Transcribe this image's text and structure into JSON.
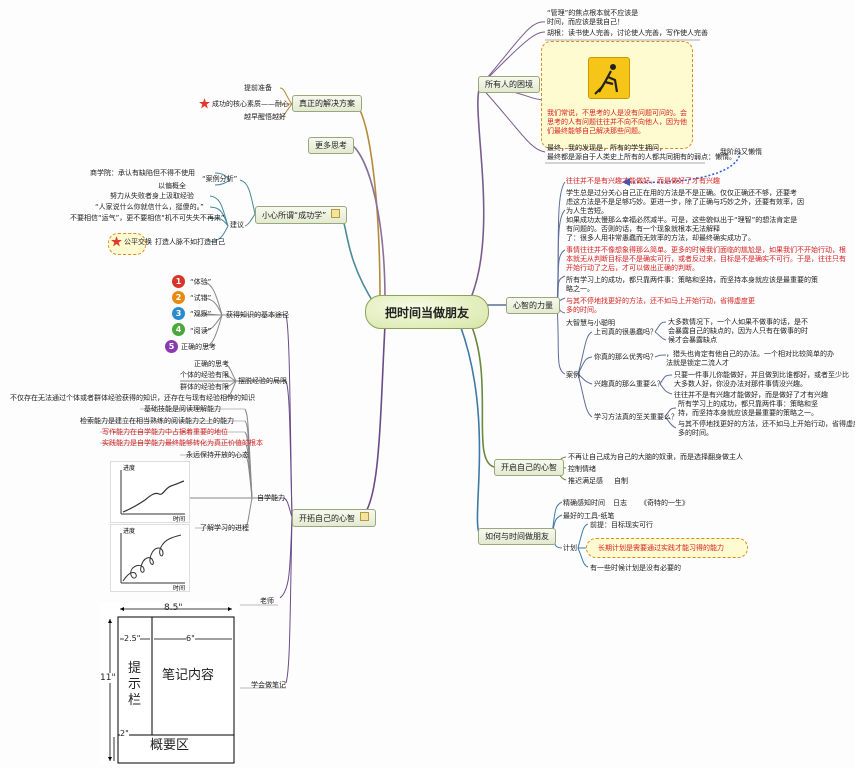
{
  "center_title": "把时间当做朋友",
  "branches": {
    "kunjing": "所有人的困境",
    "jiejue": "真正的解决方案",
    "sikao": "更多思考",
    "xiaoxin": "小心所谓“成功学”",
    "xinzhi": "心智的力量",
    "kaituo": "开拓自己的心智",
    "kaiqi": "开启自己的心智",
    "pengyou": "如何与时间做朋友"
  },
  "kunjing": {
    "t1a": "“管理”的焦点根本就不应该是",
    "t1b": "时间，而应该是我自己！",
    "t2": "胡根：读书使人完善，讨论使人完善，写作使人完善",
    "red_a": "我们常说，不思考的人是没有问题可问的。会",
    "red_b": "思考的人有问题往往并不向不向他人，因为他",
    "red_c": "们最终能够自己解决那些问题。",
    "t3a": "最终，我的发现是，所有的学生拥问，",
    "t3b": "最终都是源自于人类史上所有的人都共同拥有的弱点：懒惰。",
    "t3c": "我阶段又懒惰"
  },
  "jiejue": {
    "t1": "提前准备",
    "t2": "成功的核心素质——耐心",
    "t3": "越早醒悟越好"
  },
  "xiaoxin": {
    "a1": "商学院：承认有缺陷但不得不使用",
    "a2": "“案例分析”",
    "a3": "以偏概全",
    "b0": "建议",
    "b1": "努力从失败者身上汲取经验",
    "b2": "“人家说什么你就信什么，挺傻的。”",
    "b3": "不要相信“运气”，更不要相信“机不可失失不再来”",
    "b4": "公平交换",
    "b5": "打造人脉不如打造自己"
  },
  "xinzhi": {
    "r1": "往往并不是有兴趣才能做好，而是做好了才有兴趣",
    "p1a": "学生总是过分关心自己正在用的方法是不是正确。仅仅正确还不够，还要考",
    "p1b": "虑这方法是不是足够巧妙。更进一步，除了正确与巧妙之外，还要有效率，因",
    "p1c": "为人生苦短。",
    "p1d": "如果成功太慢那么幸福必然减半。可是，这些貌似出于“理智”的想法肯定是",
    "p1e": "有问题的。否则的话，有一个现象就根本无法解释",
    "p1f": "了：很多人用非常愚蠢而无效率的方法，却最终确实成功了。",
    "r2a": "事情往往并不像想象得那么简单。更多的时候我们面临的尴尬是，如果我们不开始行动，根",
    "r2b": "本就无从判断目标是不是确实可行，或者反过来，目标是不是确实不可行。于是，往往只有",
    "r2c": "开始行动了之后，才可以做出正确的判断。",
    "p2a": "所有学习上的成功，都只靠两件事：策略和坚持，而坚持本身就应该是最重要的策",
    "p2b": "略之一。",
    "r3a": "与其不停地找更好的方法，还不如马上开始行动，省得虚度更",
    "r3b": "多的时间。",
    "p3": "大智慧与小聪明",
    "anli": "案例",
    "q1": "上司真的很愚蠢吗？",
    "q1a": "大多数情况下，一个人如果不做事的话，是不",
    "q1b": "会暴露自己的缺点的，因为人只有在做事的时",
    "q1c": "候才会暴露缺点",
    "q2": "你真的那么优秀吗？",
    "q2a": "，猎头也肯定有他自己的办法。一个相对比较简单的办",
    "q2b": "法就是锁定二流人才",
    "q3": "兴趣真的那么重要么？",
    "q3a": "只要一件事儿你能做好，并且做到比谁都好，或者至少比",
    "q3b": "大多数人好，你没办法对那件事情没兴趣。",
    "q3c": "往往并不是有兴趣才能做好，而是做好了才有兴趣",
    "q4": "学习方法真的至关重要么？",
    "q4a": "所有学习上的成功，都只靠两件事：策略和坚",
    "q4b": "持，而坚持本身就应该是最重要的策略之一。",
    "q4c": "与其不停地找更好的方法，还不如马上开始行动，省得虚度更",
    "q4d": "多的时间。"
  },
  "kaiqi": {
    "t1": "不再让自己成为自己的大脑的奴隶，而是选择翻身做主人",
    "t2": "控制情绪",
    "t3": "推迟满足感",
    "t4": "自制"
  },
  "pengyou": {
    "t1": "精确感知时间",
    "t2": "日志",
    "t3": "《奇特的一生》",
    "t4": "最好的工具-纸笔",
    "t5": "计划",
    "t6": "前提：目标现实可行",
    "t7": "长期计划是需要通过实践才能习得的能力",
    "t8": "有一些时候计划是没有必要的"
  },
  "kaituo": {
    "g0": "获得知识的基本途径",
    "n1": "“体验”",
    "n2": "“试错”",
    "n3": "“观察”",
    "n4": "“阅读”",
    "n5": "正确的思考",
    "e0": "摆脱经验的局限",
    "e1": "正确的思考",
    "e2": "个体的经验有限",
    "e3": "群体的经验有限",
    "e4": "不仅存在无法通过个体或者群体经验获得的知识，还存在与现有经验相悖的知识",
    "z0": "自学能力",
    "z1": "基础技能是阅读理解能力",
    "z2": "检索能力是建立在相当熟练的阅读能力之上的能力",
    "z3": "写作能力在自学能力中占据着重要的地位",
    "z4": "实践能力是自学能力最终能够转化为真正价值的根本",
    "z5": "永远保持开放的心态",
    "z6": "了解学习的进程",
    "teacher": "老师",
    "notes": "学会做笔记"
  },
  "chart_labels": {
    "y1": "进度",
    "x1": "时间",
    "y2": "进度",
    "x2": "时间"
  },
  "cornell": {
    "w": "8.5\"",
    "c1": "2.5\"",
    "c2": "6\"",
    "h": "11\"",
    "b": "2\"",
    "cue": "提示栏",
    "notes": "笔记内容",
    "summary": "概要区"
  },
  "colors": {
    "red_text": "#d61f1f",
    "node_border": "#9aa77c",
    "highlight_border": "#e08a1e"
  }
}
